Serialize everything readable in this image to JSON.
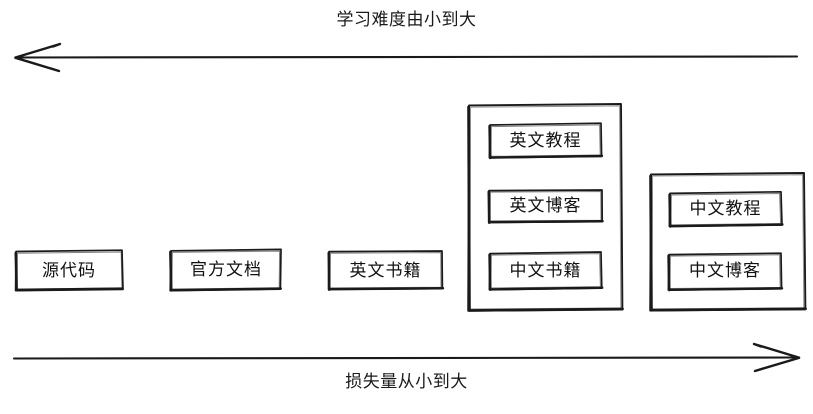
{
  "diagram": {
    "title_top": "学习难度由小到大",
    "title_bottom": "损失量从小到大",
    "stroke_color": "#1a1a1a",
    "background_color": "#ffffff",
    "style": "hand-drawn"
  },
  "axes": {
    "top": {
      "label": "学习难度由小到大",
      "direction": "left",
      "arrow_icon": "arrow-left-icon"
    },
    "bottom": {
      "label": "损失量从小到大",
      "direction": "right",
      "arrow_icon": "arrow-right-icon"
    }
  },
  "nodes": [
    {
      "id": "source-code",
      "label": "源代码",
      "group": null
    },
    {
      "id": "official-docs",
      "label": "官方文档",
      "group": null
    },
    {
      "id": "english-books",
      "label": "英文书籍",
      "group": null
    },
    {
      "id": "english-tutorial",
      "label": "英文教程",
      "group": "group-1"
    },
    {
      "id": "english-blog",
      "label": "英文博客",
      "group": "group-1"
    },
    {
      "id": "chinese-books",
      "label": "中文书籍",
      "group": "group-1"
    },
    {
      "id": "chinese-tutorial",
      "label": "中文教程",
      "group": "group-2"
    },
    {
      "id": "chinese-blog",
      "label": "中文博客",
      "group": "group-2"
    }
  ],
  "groups": [
    {
      "id": "group-1",
      "label": "",
      "members": [
        "英文教程",
        "英文博客",
        "中文书籍"
      ]
    },
    {
      "id": "group-2",
      "label": "",
      "members": [
        "中文教程",
        "中文博客"
      ]
    }
  ]
}
